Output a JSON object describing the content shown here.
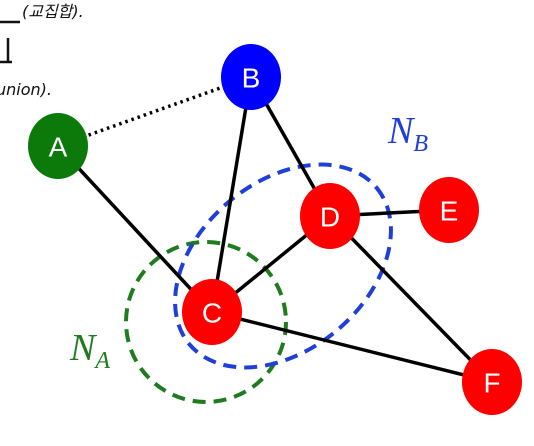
{
  "diagram": {
    "colors": {
      "background": "#ffffff",
      "edge": "#000000",
      "node_red": "#ff0000",
      "node_blue": "#0000ff",
      "node_green": "#0b7a0b",
      "set_a": "#1e7b1e",
      "set_b": "#1f3fd6"
    },
    "nodes": [
      {
        "id": "A",
        "label": "A",
        "color": "#0b7a0b"
      },
      {
        "id": "B",
        "label": "B",
        "color": "#0000ff"
      },
      {
        "id": "C",
        "label": "C",
        "color": "#ff0000"
      },
      {
        "id": "D",
        "label": "D",
        "color": "#ff0000"
      },
      {
        "id": "E",
        "label": "E",
        "color": "#ff0000"
      },
      {
        "id": "F",
        "label": "F",
        "color": "#ff0000"
      }
    ],
    "edges": [
      {
        "from": "A",
        "to": "B",
        "style": "dotted"
      },
      {
        "from": "A",
        "to": "C",
        "style": "solid"
      },
      {
        "from": "B",
        "to": "C",
        "style": "solid"
      },
      {
        "from": "B",
        "to": "D",
        "style": "solid"
      },
      {
        "from": "C",
        "to": "D",
        "style": "solid"
      },
      {
        "from": "D",
        "to": "E",
        "style": "solid"
      },
      {
        "from": "D",
        "to": "F",
        "style": "solid"
      },
      {
        "from": "C",
        "to": "F",
        "style": "solid"
      }
    ],
    "sets": {
      "a": {
        "main": "N",
        "sub": "A",
        "color": "#1e7b1e"
      },
      "b": {
        "main": "N",
        "sub": "B",
        "color": "#1f3fd6"
      }
    },
    "partial_text": {
      "top": "(교집합).",
      "union": "union)."
    }
  }
}
